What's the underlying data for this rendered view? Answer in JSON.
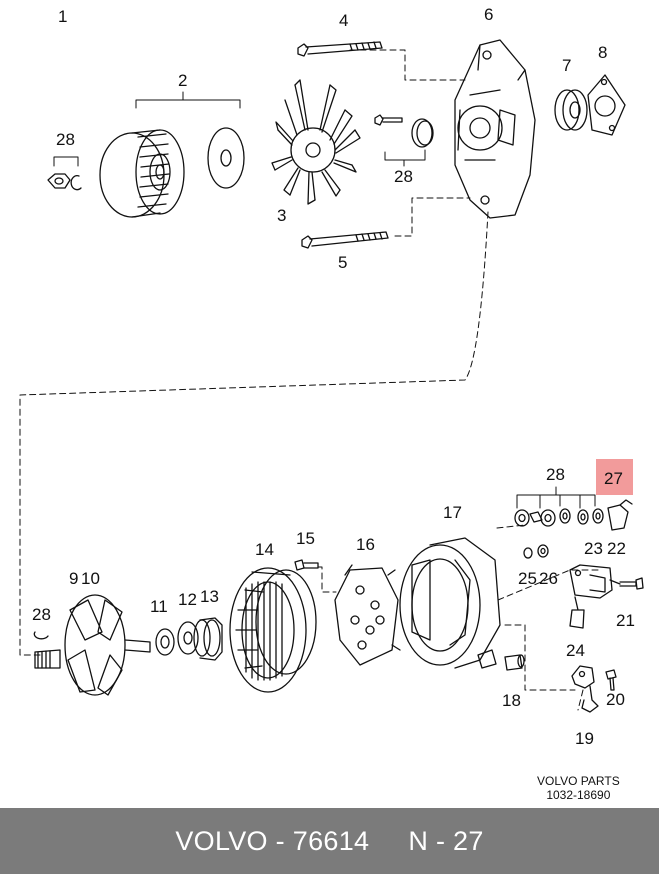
{
  "callouts": {
    "n1": "1",
    "n2": "2",
    "n3": "3",
    "n4": "4",
    "n5": "5",
    "n6": "6",
    "n7": "7",
    "n8": "8",
    "n28a": "28",
    "n28b": "28",
    "n28c": "28",
    "n28d": "28",
    "n9": "9",
    "n10": "10",
    "n11": "11",
    "n12": "12",
    "n13": "13",
    "n14": "14",
    "n15": "15",
    "n16": "16",
    "n17": "17",
    "n18": "18",
    "n19": "19",
    "n20": "20",
    "n21": "21",
    "n22": "22",
    "n23": "23",
    "n24": "24",
    "n25": "25",
    "n26": "26",
    "n27": "27"
  },
  "reference": {
    "brand": "VOLVO PARTS",
    "code": "1032-18690"
  },
  "footer": {
    "text": "VOLVO - 76614     N - 27"
  },
  "colors": {
    "highlight": "#f08a8a",
    "footer_bg": "#7b7b7b",
    "ink": "#111111"
  }
}
